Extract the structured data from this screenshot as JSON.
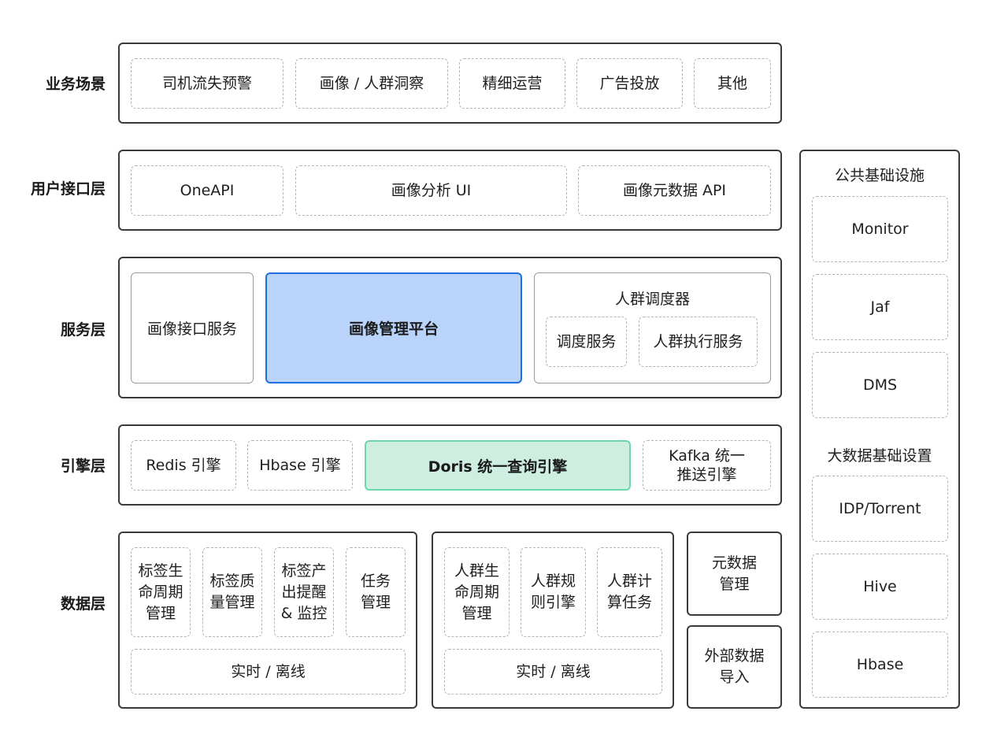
{
  "layers": {
    "business": {
      "label": "业务场景",
      "items": [
        "司机流失预警",
        "画像 / 人群洞察",
        "精细运营",
        "广告投放",
        "其他"
      ]
    },
    "user_interface": {
      "label": "用户接口层",
      "items": [
        "OneAPI",
        "画像分析 UI",
        "画像元数据 API"
      ]
    },
    "service": {
      "label": "服务层",
      "portrait_interface": "画像接口服务",
      "management_platform": "画像管理平台",
      "scheduler": {
        "title": "人群调度器",
        "items": [
          "调度服务",
          "人群执行服务"
        ]
      }
    },
    "engine": {
      "label": "引擎层",
      "items": [
        "Redis 引擎",
        "Hbase 引擎",
        "Doris 统一查询引擎",
        "Kafka 统一\n推送引擎"
      ]
    },
    "data": {
      "label": "数据层",
      "tag_group": {
        "items": [
          "标签生\n命周期\n管理",
          "标签质\n量管理",
          "标签产\n出提醒\n& 监控",
          "任务\n管理"
        ],
        "footer": "实时 / 离线"
      },
      "crowd_group": {
        "items": [
          "人群生\n命周期\n管理",
          "人群规\n则引擎",
          "人群计\n算任务"
        ],
        "footer": "实时 / 离线"
      },
      "metadata": "元数据\n管理",
      "external_import": "外部数据\n导入"
    }
  },
  "infrastructure": {
    "public_title": "公共基础设施",
    "public_items": [
      "Monitor",
      "Jaf",
      "DMS"
    ],
    "bigdata_title": "大数据基础设置",
    "bigdata_items": [
      "IDP/Torrent",
      "Hive",
      "Hbase"
    ]
  },
  "colors": {
    "platform_fill": "#b9d3fb",
    "platform_border": "#1f6fe0",
    "doris_fill": "#cdeee0",
    "doris_border": "#6dd6ac"
  }
}
